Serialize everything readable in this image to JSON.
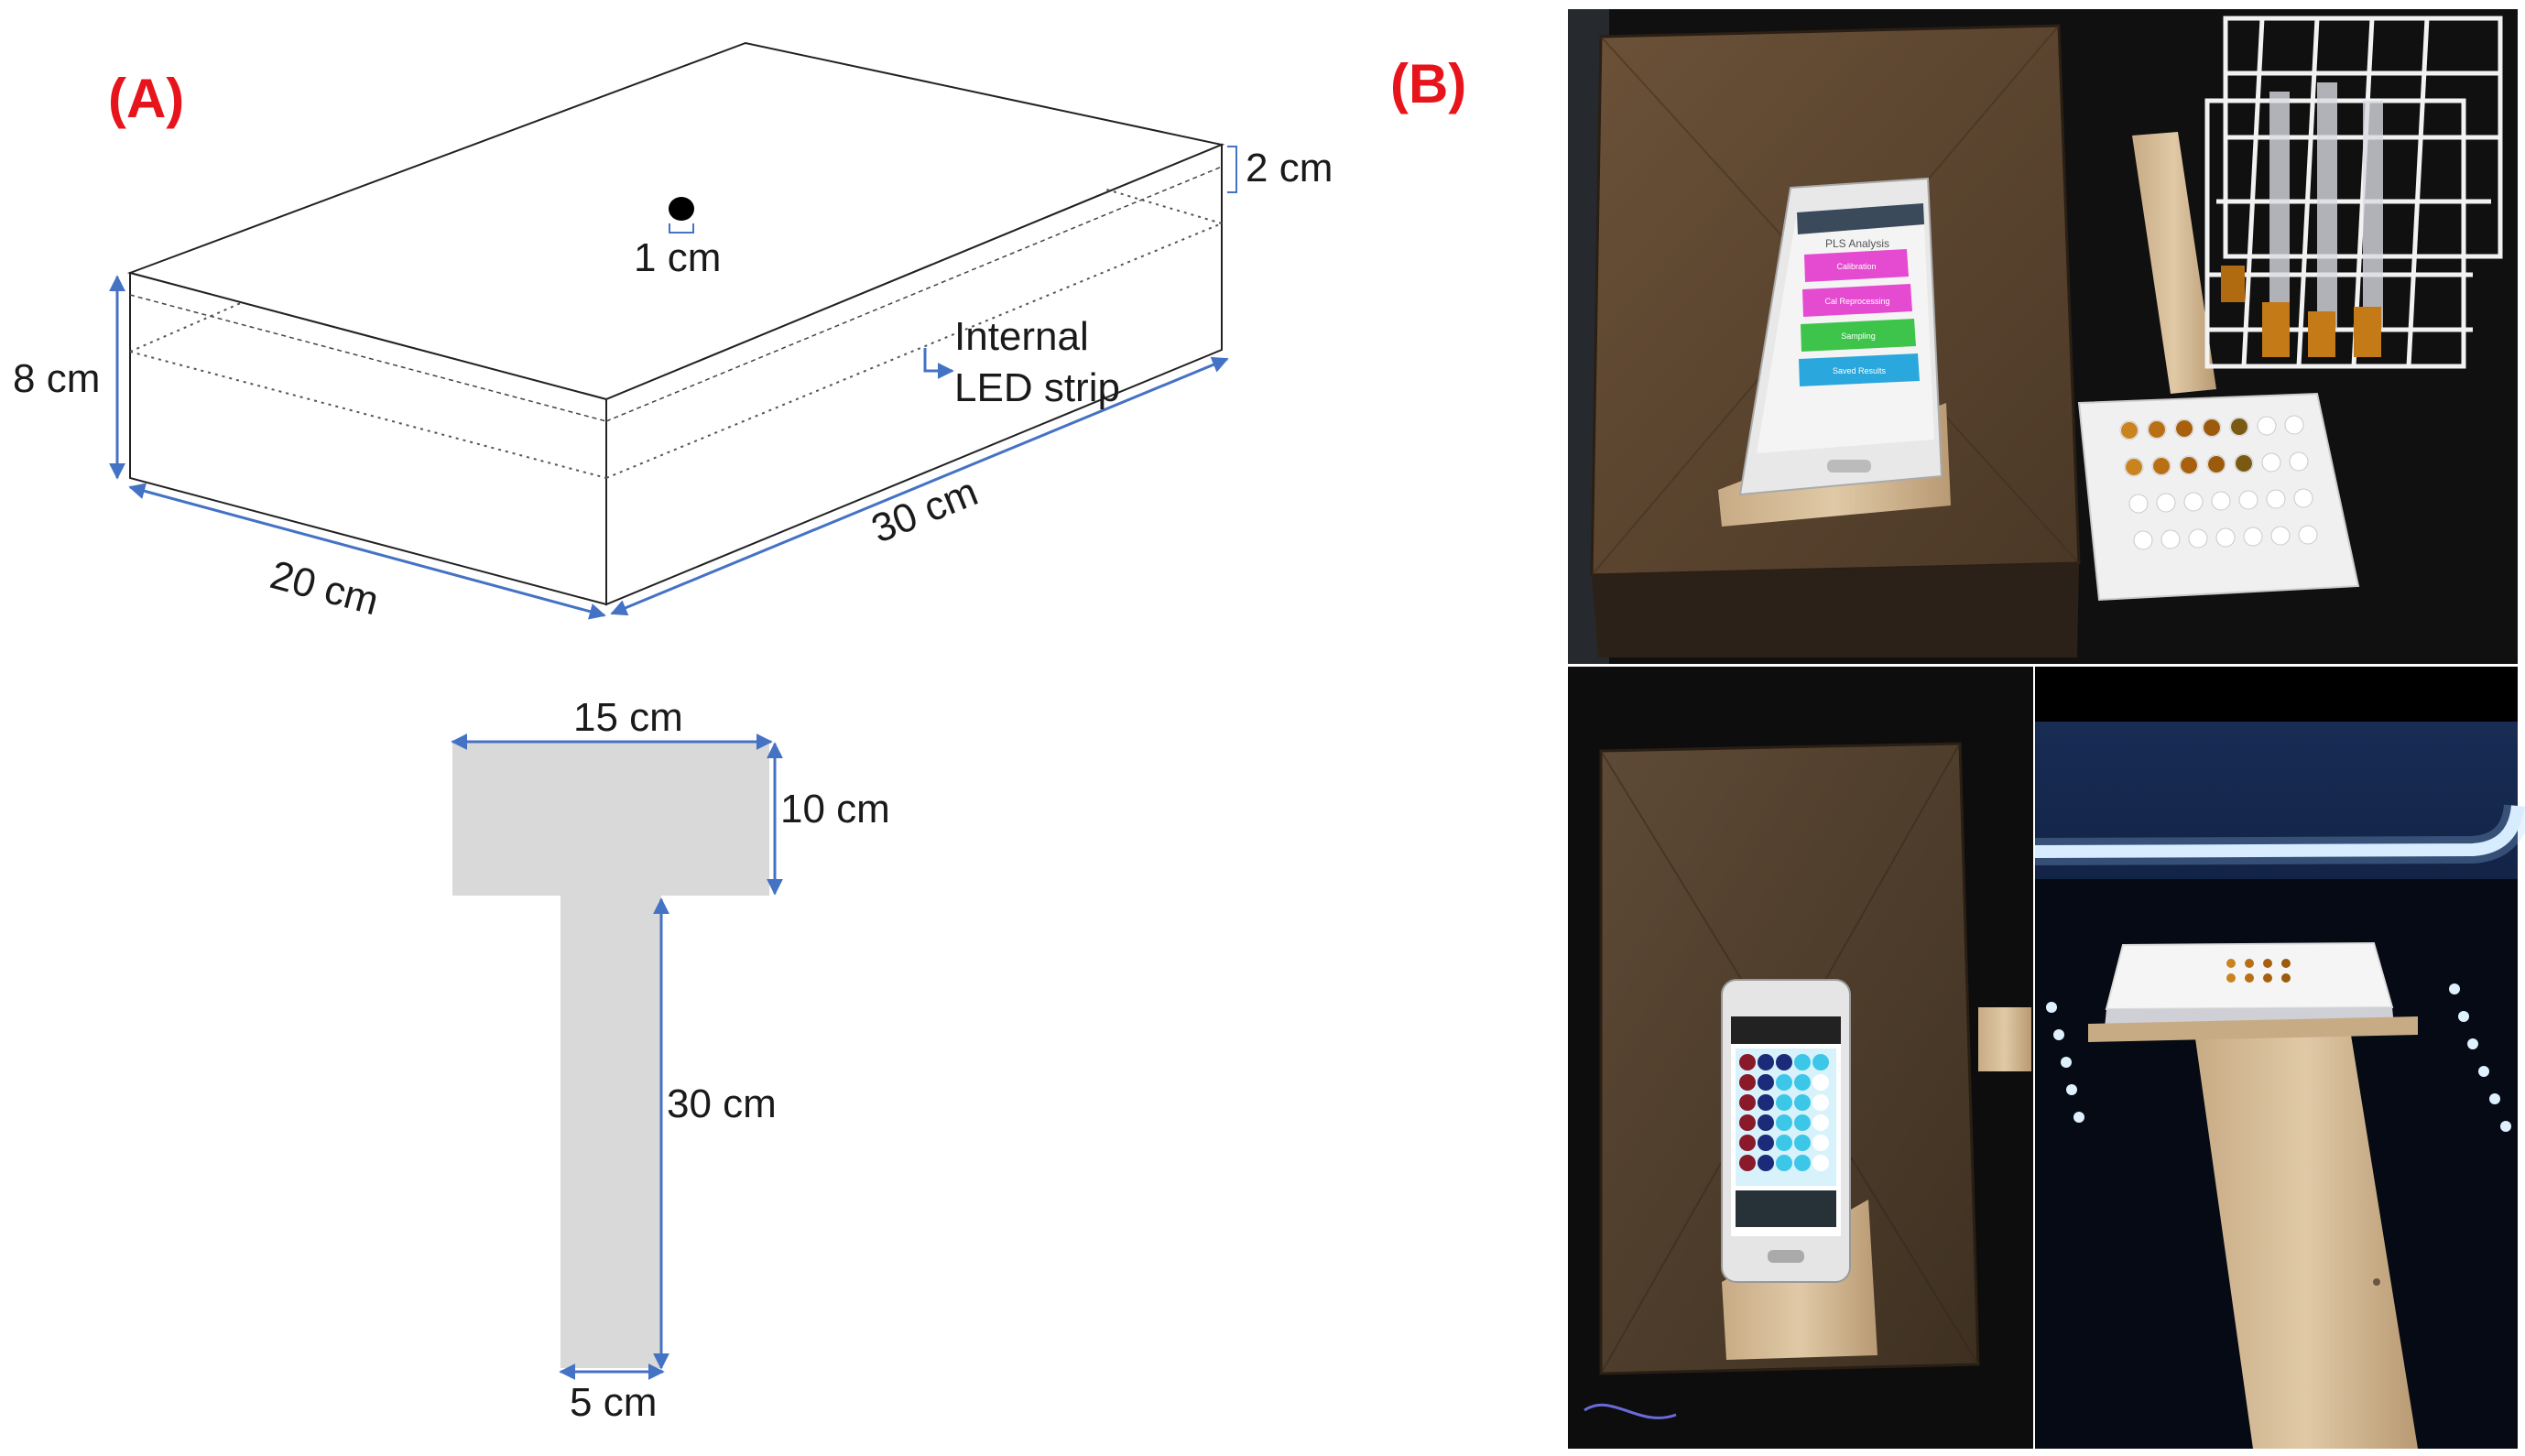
{
  "panels": {
    "a": "(A)",
    "b": "(B)"
  },
  "box_dims": {
    "top_thickness": "2 cm",
    "hole": "1 cm",
    "height": "8 cm",
    "width": "20 cm",
    "length": "30 cm",
    "led_line1": "Internal",
    "led_line2": "LED strip"
  },
  "holder_dims": {
    "top_width": "15 cm",
    "top_height": "10 cm",
    "stem_length": "30 cm",
    "stem_width": "5 cm"
  },
  "phone_screen": {
    "title": "PLS Analysis",
    "buttons": [
      "Calibration",
      "Cal Reprocessing",
      "Sampling",
      "Saved Results"
    ]
  },
  "colors": {
    "label_red": "#e8141b",
    "arrow_blue": "#4472c4",
    "holder_gray": "#d9d9d9",
    "box_brown": "#5b4632",
    "button_magenta": "#e54bd0",
    "button_green": "#3ec44a",
    "button_blue": "#2aa7dc"
  }
}
